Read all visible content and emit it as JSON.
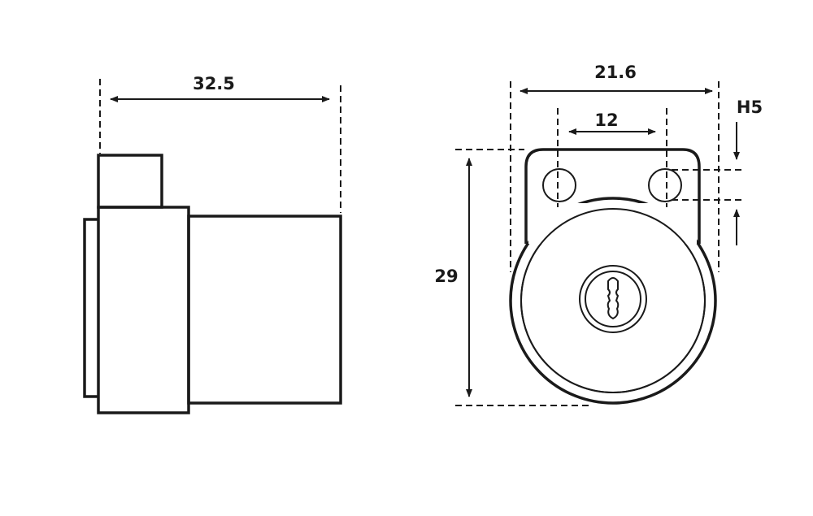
{
  "side_view": {
    "width_label": "32.5"
  },
  "front_view": {
    "width_label": "21.6",
    "hole_spacing_label": "12",
    "hole_label": "H5",
    "height_label": "29"
  }
}
